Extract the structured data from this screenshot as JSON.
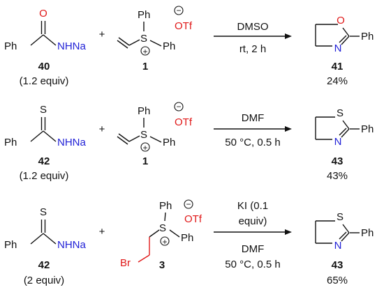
{
  "reactions": [
    {
      "reactant": {
        "label": "40",
        "equiv": "(1.2 equiv)",
        "hetero": "O",
        "ph": "Ph",
        "n": "NHNa"
      },
      "plus": "+",
      "reagent": {
        "label": "1",
        "ph1": "Ph",
        "ph2": "Ph",
        "s": "S",
        "charge": "+",
        "anion_charge": "−",
        "anion": "OTf"
      },
      "conditions_above": [
        "DMSO"
      ],
      "conditions_below": [
        "rt, 2 h"
      ],
      "product": {
        "label": "41",
        "yield": "24%",
        "x": "O",
        "n": "N",
        "ph": "Ph"
      }
    },
    {
      "reactant": {
        "label": "42",
        "equiv": "(1.2 equiv)",
        "hetero": "S",
        "ph": "Ph",
        "n": "NHNa"
      },
      "plus": "+",
      "reagent": {
        "label": "1",
        "ph1": "Ph",
        "ph2": "Ph",
        "s": "S",
        "charge": "+",
        "anion_charge": "−",
        "anion": "OTf"
      },
      "conditions_above": [
        "DMF"
      ],
      "conditions_below": [
        "50 °C, 0.5 h"
      ],
      "product": {
        "label": "43",
        "yield": "43%",
        "x": "S",
        "n": "N",
        "ph": "Ph"
      }
    },
    {
      "reactant": {
        "label": "42",
        "equiv": "(2 equiv)",
        "hetero": "S",
        "ph": "Ph",
        "n": "NHNa"
      },
      "plus": "+",
      "reagent": {
        "label": "3",
        "ph1": "Ph",
        "ph2": "Ph",
        "s": "S",
        "charge": "+",
        "anion_charge": "−",
        "anion": "OTf",
        "br": "Br"
      },
      "conditions_above": [
        "KI (0.1",
        "equiv)"
      ],
      "conditions_below": [
        "DMF",
        "50 °C, 0.5 h"
      ],
      "product": {
        "label": "43",
        "yield": "65%",
        "x": "S",
        "n": "N",
        "ph": "Ph"
      }
    }
  ]
}
